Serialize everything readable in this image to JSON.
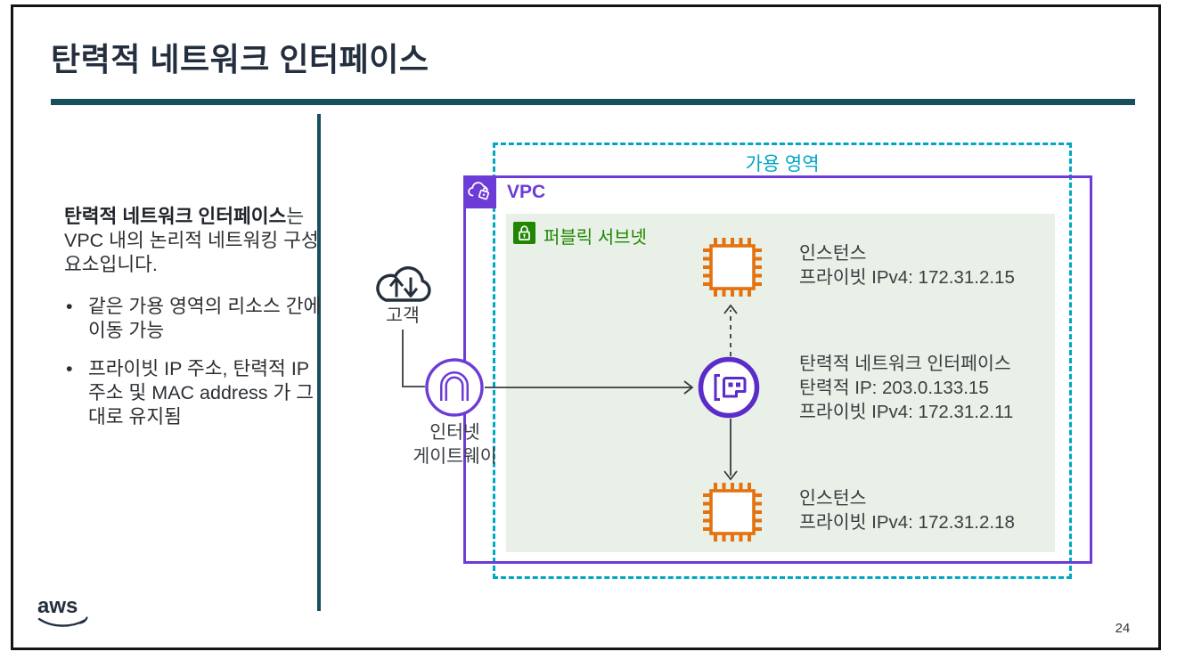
{
  "slide": {
    "title": "탄력적 네트워크 인터페이스",
    "page_number": "24",
    "logo_text": "aws"
  },
  "left_panel": {
    "intro_bold": "탄력적 네트워크 인터페이스",
    "intro_rest": "는 VPC 내의 논리적 네트워킹 구성 요소입니다.",
    "bullets": [
      "같은 가용 영역의 리소스 간에 이동 가능",
      "프라이빗 IP 주소, 탄력적 IP 주소 및 MAC address 가 그대로 유지됨"
    ]
  },
  "diagram": {
    "availability_zone_label": "가용 영역",
    "vpc_label": "VPC",
    "subnet_label": "퍼블릭 서브넷",
    "customer_label": "고객",
    "internet_gateway_line1": "인터넷",
    "internet_gateway_line2": "게이트웨이",
    "instance_top": {
      "name": "인스턴스",
      "private_ip": "프라이빗 IPv4: 172.31.2.15"
    },
    "eni": {
      "name": "탄력적 네트워크 인터페이스",
      "elastic_ip": "탄력적 IP: 203.0.133.15",
      "private_ip": "프라이빗 IPv4: 172.31.2.11"
    },
    "instance_bottom": {
      "name": "인스턴스",
      "private_ip": "프라이빗 IPv4: 172.31.2.18"
    }
  },
  "colors": {
    "title_navy": "#232F3E",
    "teal_bar": "#17505C",
    "vpc_purple": "#6D3BD6",
    "az_cyan": "#00A7C4",
    "subnet_green": "#1F8702",
    "subnet_bg_green": "#E9F0E7",
    "instance_orange": "#E4720F",
    "connector_dark": "#3b3b3b"
  }
}
